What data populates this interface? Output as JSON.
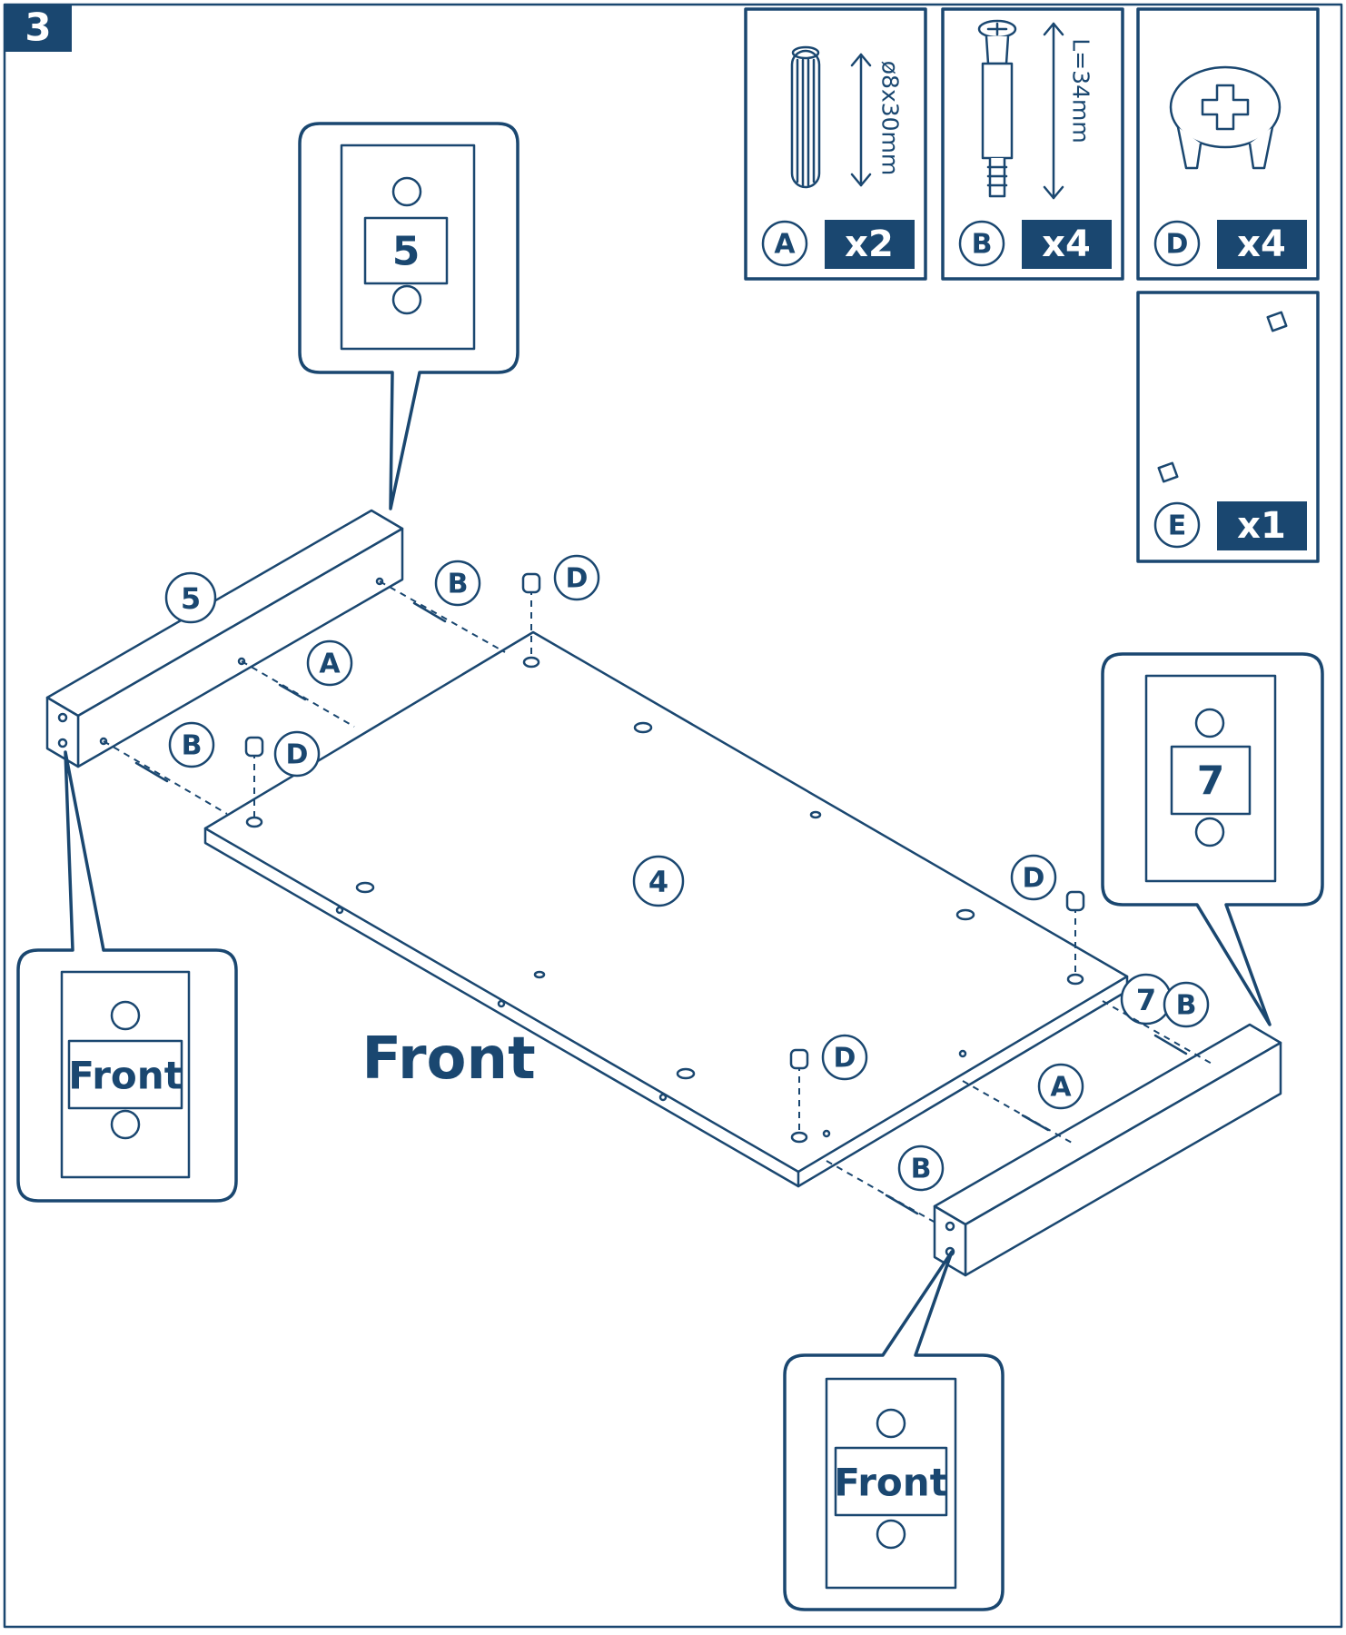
{
  "step_number": "3",
  "parts": [
    {
      "letter": "A",
      "quantity": "x2",
      "dimension": "ø8x30mm"
    },
    {
      "letter": "B",
      "quantity": "x4",
      "dimension": "L=34mm"
    },
    {
      "letter": "D",
      "quantity": "x4"
    },
    {
      "letter": "E",
      "quantity": "x1"
    }
  ],
  "panels": {
    "board": "4",
    "left_rail": "5",
    "right_rail": "7"
  },
  "callouts": {
    "top_left_label": "5",
    "right_label": "7",
    "bottom_left_label": "Front",
    "bottom_right_label": "Front"
  },
  "assembly_labels": {
    "a_left": "A",
    "a_right": "A",
    "b_left_top": "B",
    "b_left_bottom": "B",
    "b_right_top": "B",
    "b_right_bottom": "B",
    "d_left_top": "D",
    "d_left_bottom": "D",
    "d_right_top": "D",
    "d_right_bottom": "D"
  },
  "front_label": "Front",
  "colors": {
    "primary": "#1a4770",
    "background": "#ffffff"
  }
}
